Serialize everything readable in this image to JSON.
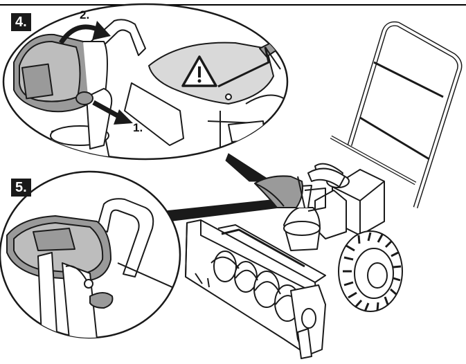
{
  "steps": {
    "step4": {
      "badge": "4.",
      "actions": {
        "first": "1.",
        "second": "2."
      }
    },
    "step5": {
      "badge": "5."
    }
  },
  "icons": {
    "warning": "warning-triangle-icon"
  },
  "colors": {
    "line": "#1a1a1a",
    "chute_deflector_fill": "#9a9a9a",
    "deflector_shade": "#bdbdbd",
    "badge_bg": "#1a1a1a"
  }
}
